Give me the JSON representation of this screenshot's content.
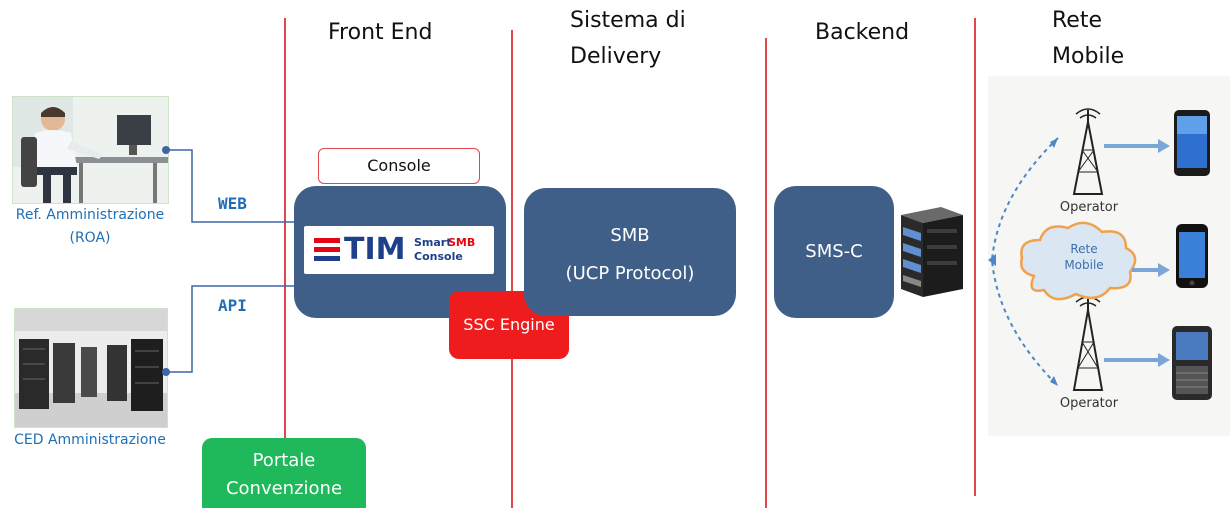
{
  "headers": {
    "front_end": "Front End",
    "delivery_line1": "Sistema di",
    "delivery_line2": "Delivery",
    "backend": "Backend",
    "rete_line1": "Rete",
    "rete_line2": "Mobile"
  },
  "left": {
    "roa_line1": "Ref. Amministrazione",
    "roa_line2": "(ROA)",
    "ced": "CED Amministrazione",
    "web": "WEB",
    "api": "API"
  },
  "front_end": {
    "console_tab": "Console",
    "logo_tim": "TIM",
    "logo_smart": "Smart",
    "logo_smb": "SMB",
    "logo_console": "Console",
    "ssc_engine": "SSC Engine",
    "portale_line1": "Portale",
    "portale_line2": "Convenzione"
  },
  "delivery": {
    "smb_line1": "SMB",
    "smb_line2": "(UCP Protocol)"
  },
  "backend": {
    "smsc": "SMS-C"
  },
  "mobile": {
    "operator_top": "Operator",
    "operator_bottom": "Operator",
    "cloud_line1": "Rete",
    "cloud_line2": "Mobile"
  },
  "colors": {
    "box_blue": "#3f5f88",
    "divider_red": "#e0474c",
    "ssc_red": "#ee1c1c",
    "portale_green": "#1fb85a",
    "label_blue": "#1f6fb5"
  }
}
